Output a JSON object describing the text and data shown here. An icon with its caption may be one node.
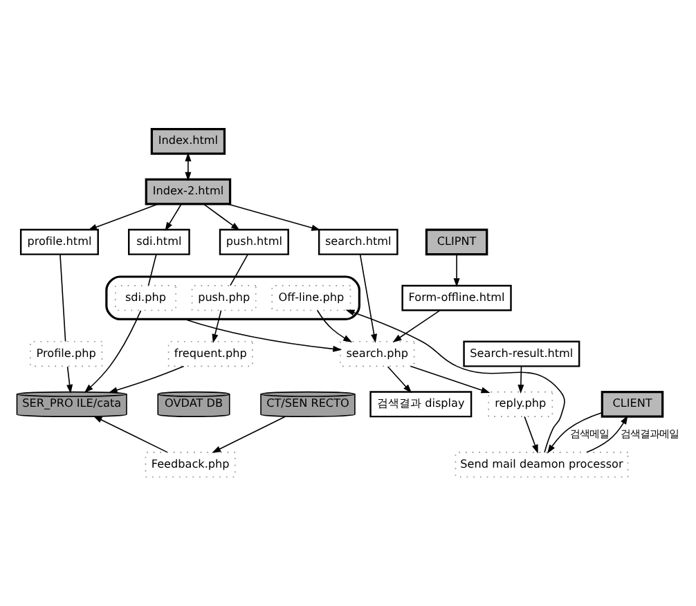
{
  "diagram": {
    "nodes": [
      {
        "text": [
          "Index.html"
        ]
      },
      {
        "text": [
          "Index-2.html"
        ]
      },
      {
        "text": [
          "CLIPNT"
        ]
      },
      {
        "text": [
          "Form-offline.html"
        ]
      },
      {
        "text": [
          "profile.html"
        ]
      },
      {
        "text": [
          "sdi.html"
        ]
      },
      {
        "text": [
          "push.html"
        ]
      },
      {
        "text": [
          "search.html"
        ]
      },
      {
        "text": [
          "Profile.php"
        ]
      },
      {
        "text": [],
        "shape": "box"
      },
      {
        "text": [
          "sdi.php"
        ],
        "in": 9
      },
      {
        "text": [
          "push.php"
        ],
        "in": 9
      },
      {
        "text": [
          "Off-line.php"
        ],
        "in": 9
      },
      {
        "text": [
          "frequent.php"
        ]
      },
      {
        "text": [
          "SER_PRO ILE/cata"
        ]
      },
      {
        "text": [
          "OVDAT DB"
        ]
      },
      {
        "text": [
          "CT/SEN RECTO"
        ]
      },
      {
        "text": [
          "search.php"
        ]
      },
      {
        "text": [
          "검색결과 display"
        ]
      },
      {
        "text": [
          "reply.php"
        ]
      },
      {
        "text": [
          "Search-result.html"
        ]
      },
      {
        "text": [
          "Feedback.php"
        ]
      },
      {
        "text": [
          "CLIENT"
        ]
      },
      {
        "text": [
          "Send mail deamon processor"
        ]
      }
    ],
    "edges": [
      {
        "from": 0,
        "to": 1,
        "arrow": "both"
      },
      {
        "from": 1,
        "to": 4,
        "arrow": "to"
      },
      {
        "from": 1,
        "to": 5,
        "arrow": "to"
      },
      {
        "from": 1,
        "to": 6,
        "arrow": "to"
      },
      {
        "from": 1,
        "to": 7,
        "arrow": "to"
      },
      {
        "from": 2,
        "to": 3,
        "arrow": "to"
      },
      {
        "from": 4,
        "to": 8,
        "arrow": "none"
      },
      {
        "from": 5,
        "to": 10,
        "arrow": "none"
      },
      {
        "from": 6,
        "to": 11,
        "arrow": "none"
      },
      {
        "from": 8,
        "to": 14,
        "arrow": "to"
      },
      {
        "from": 10,
        "to": 14,
        "arrow": "to"
      },
      {
        "from": 13,
        "to": 14,
        "arrow": "to"
      },
      {
        "from": 11,
        "to": 13,
        "arrow": "to"
      },
      {
        "from": 9,
        "to": 17,
        "arrow": "to"
      },
      {
        "from": 12,
        "to": 17,
        "arrow": "to"
      },
      {
        "from": 3,
        "to": 17,
        "arrow": "to"
      },
      {
        "from": 7,
        "to": 17,
        "arrow": "to"
      },
      {
        "from": 16,
        "to": 21,
        "arrow": "to"
      },
      {
        "from": 21,
        "to": 14,
        "arrow": "to"
      },
      {
        "from": 17,
        "to": 18,
        "arrow": "to"
      },
      {
        "from": 17,
        "to": 19,
        "arrow": "to"
      },
      {
        "from": 20,
        "to": 19,
        "arrow": "to"
      },
      {
        "from": 19,
        "to": 23,
        "arrow": "to"
      },
      {
        "from": 22,
        "to": 23,
        "arrow": "to",
        "label": "검색메일"
      },
      {
        "from": 23,
        "to": 22,
        "arrow": "to",
        "label": "검색결과메일"
      },
      {
        "from": 23,
        "to": 12,
        "arrow": "to"
      }
    ]
  }
}
